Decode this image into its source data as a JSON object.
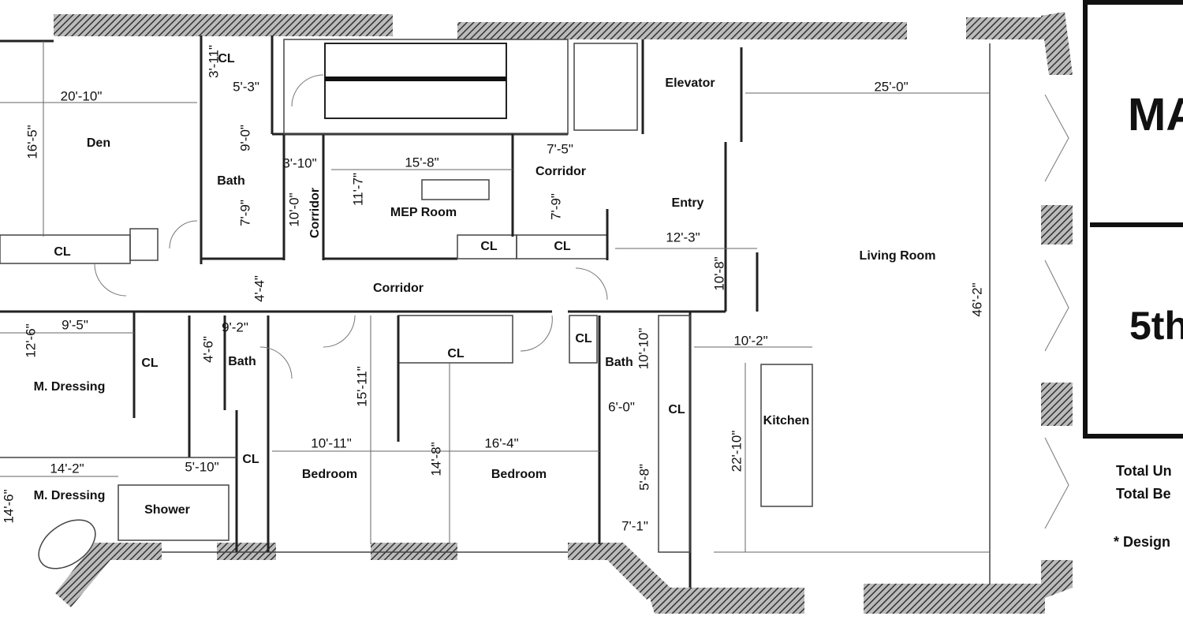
{
  "rooms": {
    "den": "Den",
    "cl_den": "CL",
    "cl_top": "CL",
    "bath_top": "Bath",
    "corridor_vert": "Corridor",
    "mep_room": "MEP Room",
    "corridor_upper": "Corridor",
    "elevator": "Elevator",
    "entry": "Entry",
    "living_room": "Living Room",
    "cl_mid1": "CL",
    "cl_mid2": "CL",
    "corridor_main": "Corridor",
    "cl_dressing": "CL",
    "m_dressing_1": "M. Dressing",
    "bath_mid": "Bath",
    "cl_center": "CL",
    "cl_right": "CL",
    "bath_right": "Bath",
    "cl_right2": "CL",
    "kitchen": "Kitchen",
    "cl_bed": "CL",
    "bedroom_1": "Bedroom",
    "bedroom_2": "Bedroom",
    "m_dressing_2": "M. Dressing",
    "shower": "Shower"
  },
  "dimensions": {
    "den_w": "20'-10\"",
    "den_h": "16'-5\"",
    "cl_h": "3'-11\"",
    "cl_w": "5'-3\"",
    "bath_h": "9'-0\"",
    "bath_h2": "7'-9\"",
    "corr_w": "3'-10\"",
    "corr_h": "10'-0\"",
    "mep_w": "15'-8\"",
    "mep_h": "11'-7\"",
    "corr2_w": "7'-5\"",
    "corr2_h": "7'-9\"",
    "living_w": "25'-0\"",
    "entry_w": "12'-3\"",
    "entry_h": "10'-8\"",
    "living_h": "46'-2\"",
    "corr_main_h": "4'-4\"",
    "dress_w": "9'-5\"",
    "dress_h": "12'-6\"",
    "bath2_w": "9'-2\"",
    "bath2_h": "4'-6\"",
    "bath3_h": "10'-10\"",
    "bath3_w": "6'-0\"",
    "kitchen_w": "10'-2\"",
    "kitchen_h": "22'-10\"",
    "bed1_h": "15'-11\"",
    "bed1_w": "10'-11\"",
    "bed2_w": "16'-4\"",
    "bed2_h": "14'-8\"",
    "dress2_w": "14'-2\"",
    "dress2_h": "14'-6\"",
    "shower_w": "5'-10\"",
    "wc_h": "5'-8\"",
    "wc_w": "7'-1\""
  },
  "title_block": {
    "title": "MA",
    "floor": "5th",
    "total_units": "Total Un",
    "total_bedrooms": "Total Be",
    "note": "* Design"
  },
  "colors": {
    "line": "#222222",
    "background": "#ffffff"
  }
}
